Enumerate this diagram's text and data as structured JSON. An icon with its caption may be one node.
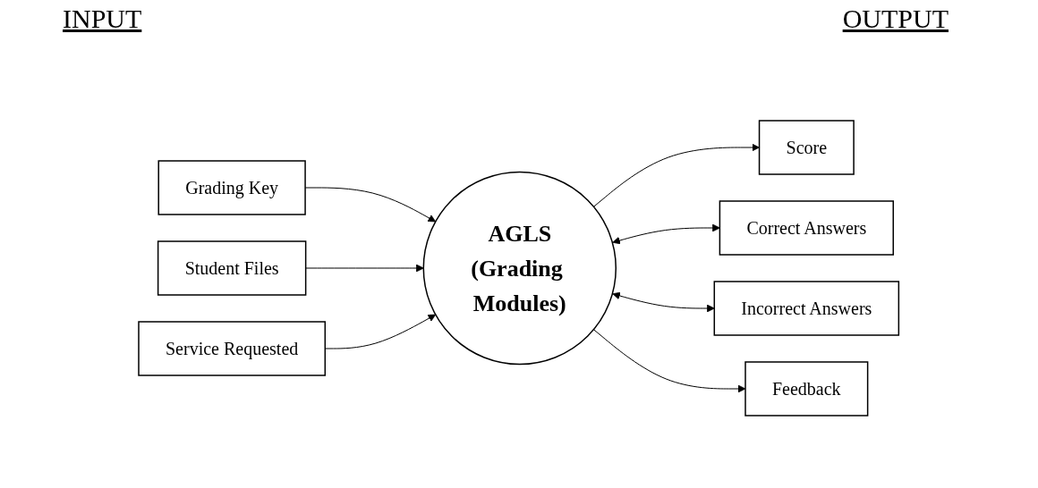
{
  "diagram": {
    "nodes": [
      {
        "text": [
          "Grading Key"
        ]
      },
      {
        "text": [
          "Student Files"
        ]
      },
      {
        "text": [
          "Service Requested"
        ]
      },
      {
        "text": [
          "AGLS",
          "(Grading Modules)"
        ]
      },
      {
        "text": [
          "Score"
        ]
      },
      {
        "text": [
          "Correct Answers"
        ]
      },
      {
        "text": [
          "Incorrect Answers"
        ]
      },
      {
        "text": [
          "Feedback"
        ]
      }
    ],
    "edges": [
      {
        "from": 0,
        "to": 3,
        "arrow": "to"
      },
      {
        "from": 1,
        "to": 3,
        "arrow": "to"
      },
      {
        "from": 2,
        "to": 3,
        "arrow": "to"
      },
      {
        "from": 3,
        "to": 4,
        "arrow": "to"
      },
      {
        "from": 3,
        "to": 5,
        "arrow": "both"
      },
      {
        "from": 3,
        "to": 6,
        "arrow": "both"
      },
      {
        "from": 3,
        "to": 7,
        "arrow": "to"
      }
    ],
    "labels": [
      "INPUT",
      "OUTPUT"
    ]
  }
}
